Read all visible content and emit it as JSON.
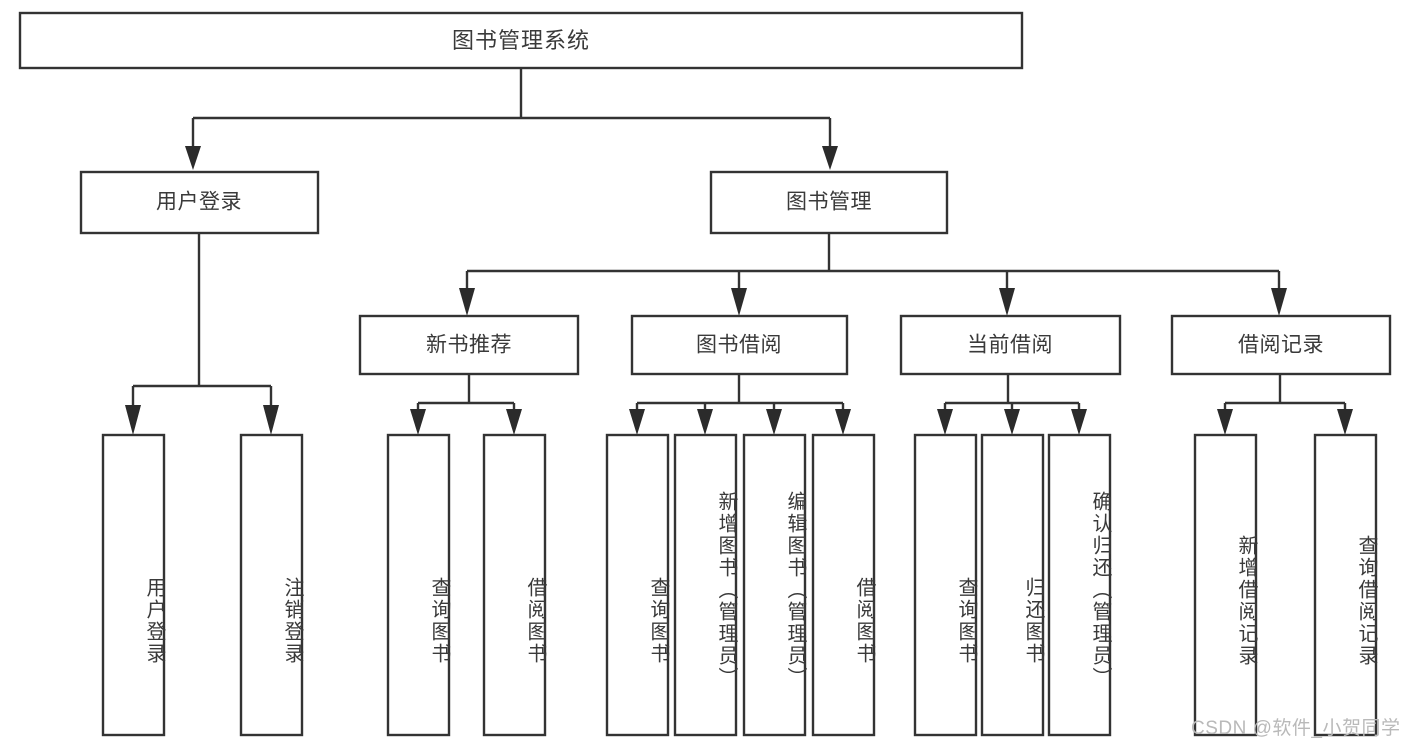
{
  "diagram": {
    "type": "tree-hierarchy",
    "orientation": "top-down",
    "root": {
      "id": "root",
      "label": "图书管理系统"
    },
    "level2": [
      {
        "id": "user-login",
        "label": "用户登录"
      },
      {
        "id": "book-manage",
        "label": "图书管理"
      }
    ],
    "level3": [
      {
        "id": "new-book-rec",
        "label": "新书推荐",
        "parent": "book-manage"
      },
      {
        "id": "book-borrow",
        "label": "图书借阅",
        "parent": "book-manage"
      },
      {
        "id": "current-borrow",
        "label": "当前借阅",
        "parent": "book-manage"
      },
      {
        "id": "borrow-record",
        "label": "借阅记录",
        "parent": "book-manage"
      }
    ],
    "leaves": [
      {
        "id": "leaf-user-login",
        "label": "用户登录",
        "parent": "user-login"
      },
      {
        "id": "leaf-logout",
        "label": "注销登录",
        "parent": "user-login"
      },
      {
        "id": "leaf-query-book-1",
        "label": "查询图书",
        "parent": "new-book-rec"
      },
      {
        "id": "leaf-borrow-book-1",
        "label": "借阅图书",
        "parent": "new-book-rec"
      },
      {
        "id": "leaf-query-book-2",
        "label": "查询图书",
        "parent": "book-borrow"
      },
      {
        "id": "leaf-add-book",
        "label": "新增图书（管理员）",
        "parent": "book-borrow"
      },
      {
        "id": "leaf-edit-book",
        "label": "编辑图书（管理员）",
        "parent": "book-borrow"
      },
      {
        "id": "leaf-borrow-book-2",
        "label": "借阅图书",
        "parent": "book-borrow"
      },
      {
        "id": "leaf-query-book-3",
        "label": "查询图书",
        "parent": "current-borrow"
      },
      {
        "id": "leaf-return-book",
        "label": "归还图书",
        "parent": "current-borrow"
      },
      {
        "id": "leaf-confirm-return",
        "label": "确认归还（管理员）",
        "parent": "current-borrow"
      },
      {
        "id": "leaf-add-record",
        "label": "新增借阅记录",
        "parent": "borrow-record"
      },
      {
        "id": "leaf-query-record",
        "label": "查询借阅记录",
        "parent": "borrow-record"
      }
    ],
    "watermark": "CSDN @软件_小贺同学",
    "colors": {
      "background": "#ffffff",
      "box_stroke": "#333333",
      "text": "#3a3a3a",
      "watermark": "#b9b9b9"
    }
  }
}
